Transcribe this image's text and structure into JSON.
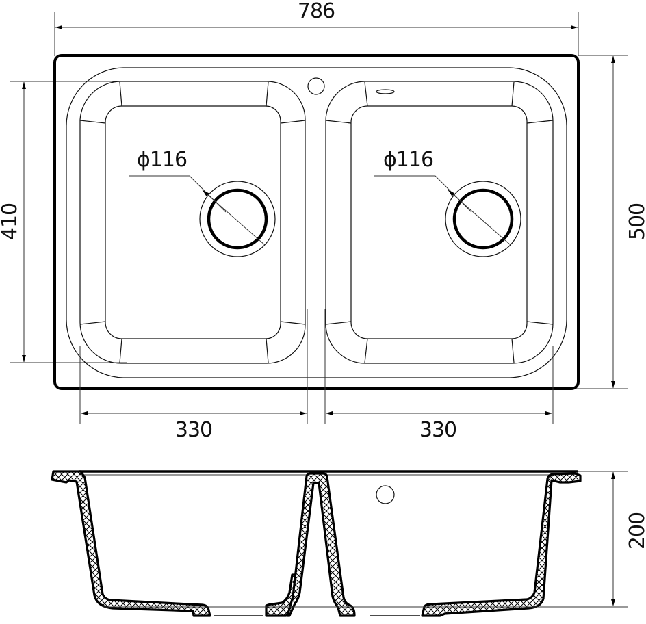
{
  "drawing": {
    "title": "Double bowl kitchen sink technical drawing",
    "units": "mm",
    "line_color": "#000000",
    "background": "#ffffff"
  },
  "top_view": {
    "overall_width": {
      "value": "786",
      "label": "786"
    },
    "overall_depth": {
      "value": "500",
      "label": "500"
    },
    "bowl_depth": {
      "value": "410",
      "label": "410"
    },
    "left_bowl": {
      "width": {
        "value": "330",
        "label": "330"
      },
      "drain": {
        "diameter": "116",
        "label": "ϕ116"
      }
    },
    "right_bowl": {
      "width": {
        "value": "330",
        "label": "330"
      },
      "drain": {
        "diameter": "116",
        "label": "ϕ116"
      },
      "overflow_slot": "overflow-slot-icon"
    },
    "tap_hole": "tap-hole-icon"
  },
  "section_view": {
    "height": {
      "value": "200",
      "label": "200"
    },
    "tap_hole": "tap-hole-icon",
    "material_fill": "cross-hatch"
  }
}
